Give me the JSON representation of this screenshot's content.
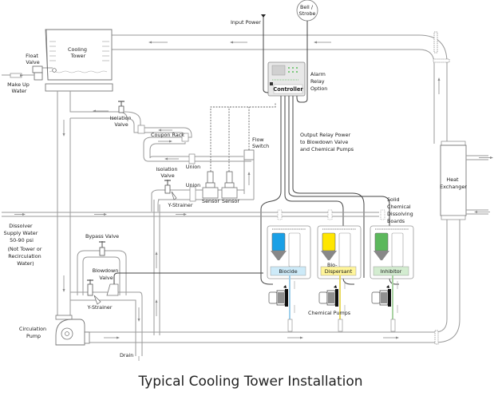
{
  "title": "Typical Cooling Tower Installation",
  "labels": {
    "cooling_tower": [
      "Cooling",
      "Tower"
    ],
    "float_valve": [
      "Float",
      "Valve"
    ],
    "make_up_water": [
      "Make Up",
      "Water"
    ],
    "isolation_valve_top": [
      "Isolation",
      "Valve"
    ],
    "coupon_rack": "Coupon Rack",
    "union_top": "Union",
    "union_bottom": "Union",
    "isolation_valve_mid": [
      "Isolation",
      "Valve"
    ],
    "y_strainer_mid": "Y-Strainer",
    "sensor_1": "Sensor",
    "sensor_2": "Sensor",
    "flow_switch": [
      "Flow",
      "Switch"
    ],
    "input_power": "Input Power",
    "bell_strobe": [
      "Bell /",
      "Strobe"
    ],
    "controller": "Controller",
    "alarm_relay": [
      "Alarm",
      "Relay",
      "Option"
    ],
    "output_relay": [
      "Output Relay Power",
      "to Blowdown Valve",
      "and Chemical Pumps"
    ],
    "solid_chemical": [
      "Solid",
      "Chemical",
      "Dissolving",
      "Boards"
    ],
    "heat_exchanger": [
      "Heat",
      "Exchanger"
    ],
    "dissolver_supply": [
      "Dissolver",
      "Supply Water",
      "50-90 psi"
    ],
    "not_tower": [
      "(Not Tower or",
      "Recirculation",
      "Water)"
    ],
    "bypass_valve": "Bypass Valve",
    "blowdown_valve": [
      "Blowdown",
      "Valve"
    ],
    "y_strainer_bottom": "Y-Strainer",
    "circulation_pump": [
      "Circulation",
      "Pump"
    ],
    "drain": "Drain",
    "chemical_pumps": "Chemical Pumps",
    "bio_prefix": "Bio-"
  },
  "chemicals": [
    {
      "name": "Biocide",
      "hopper_color": "#1aa0e6",
      "label_bg": "#cdeaf8",
      "line_color": "#9fd0ec"
    },
    {
      "name": "Dispersant",
      "hopper_color": "#ffe600",
      "label_bg": "#fff59a",
      "line_color": "#e8d860"
    },
    {
      "name": "Inhibitor",
      "hopper_color": "#5cb85c",
      "label_bg": "#d3ecd0",
      "line_color": "#a9d3a2"
    }
  ]
}
